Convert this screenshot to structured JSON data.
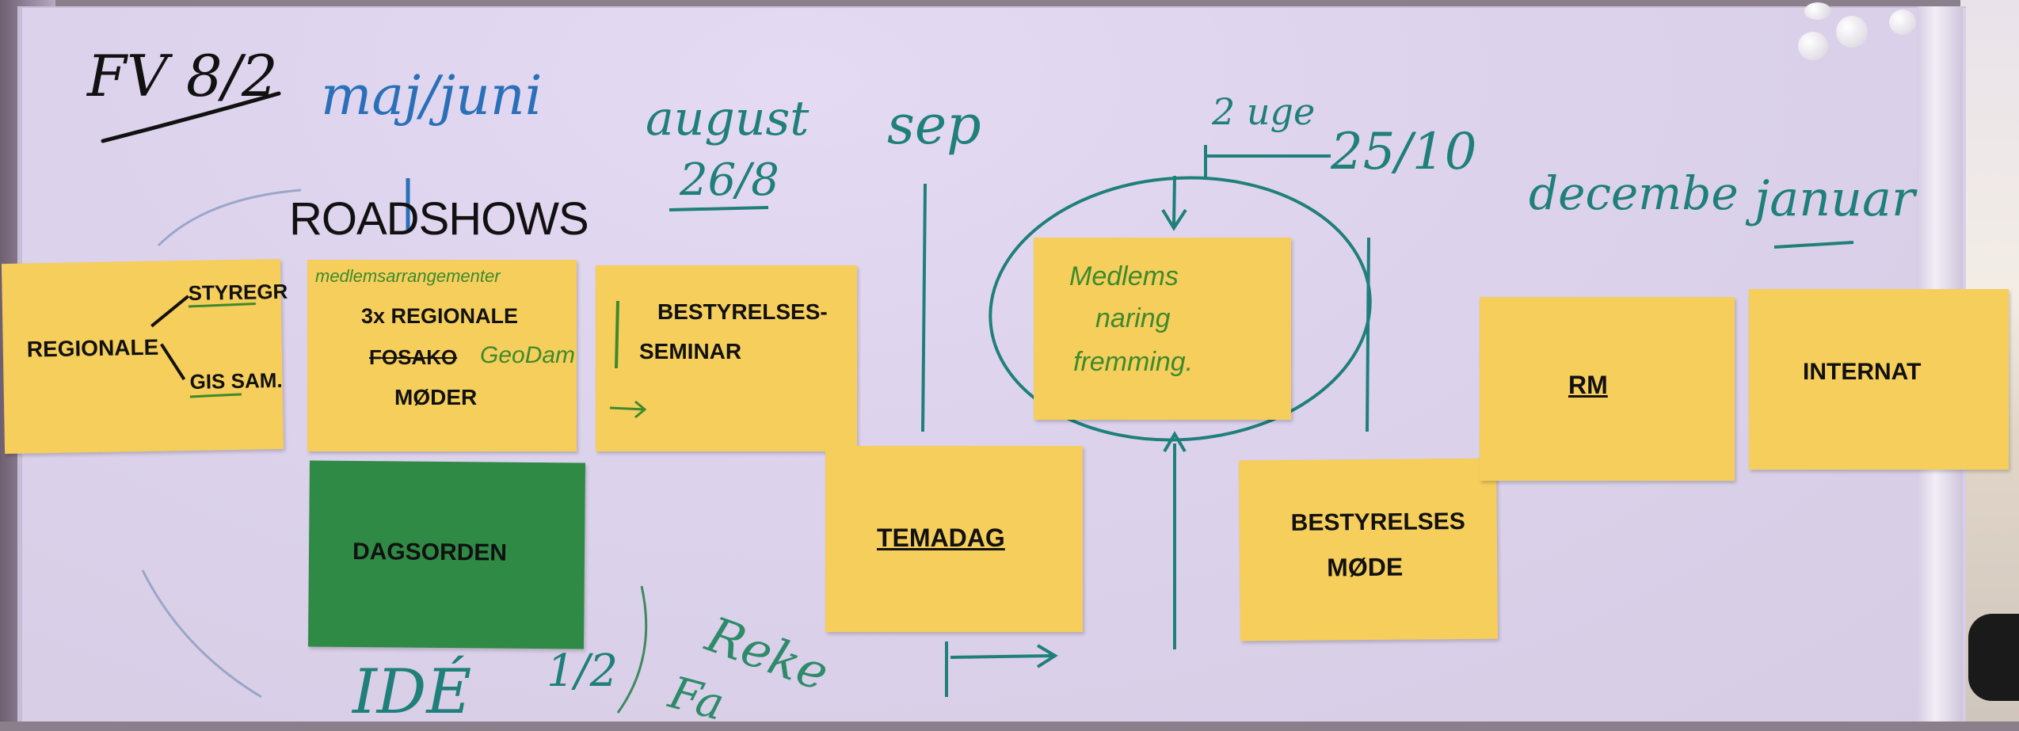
{
  "board": {
    "header": {
      "title": "FV 8/2"
    },
    "months": {
      "maj_juni": "maj/juni",
      "august": "august",
      "august_date": "26/8",
      "sep": "sep",
      "two_weeks": "2 uge",
      "date_2510": "25/10",
      "december": "decembe",
      "januar": "januar"
    },
    "roadshows": "ROADSHOWS",
    "notes": {
      "regionale": {
        "main": "REGIONALE",
        "branch1": "STYREGR",
        "branch2": "GIS SAM."
      },
      "roadshow_note": {
        "green_top": "medlemsarrangementer",
        "line1": "3x REGIONALE",
        "line2_struck": "FOSAKO",
        "line2_green": "GeoDam",
        "line3": "MØDER"
      },
      "dagsorden": "DAGSORDEN",
      "seminar": {
        "line1": "BESTYRELSES-",
        "line2": "SEMINAR"
      },
      "temadag": "TEMADAG",
      "medlems": {
        "line1": "Medlems",
        "line2": "naring",
        "line3": "fremming."
      },
      "bestyrelses_mode": {
        "line1": "BESTYRELSES",
        "line2": "MØDE"
      },
      "rm": "RM",
      "internat": "INTERNAT"
    },
    "bottom_scribbles": {
      "ide": "IDÉ",
      "half": "1/2",
      "reke": "Reke",
      "fa": "Fa"
    }
  },
  "colors": {
    "whiteboard": "#ddd3ec",
    "yellow_note": "#f6ce5b",
    "green_note": "#2f8a45",
    "teal_marker": "#1f7f7a",
    "blue_marker": "#2a70b8",
    "black_marker": "#111111",
    "green_marker": "#3d8a2d"
  }
}
